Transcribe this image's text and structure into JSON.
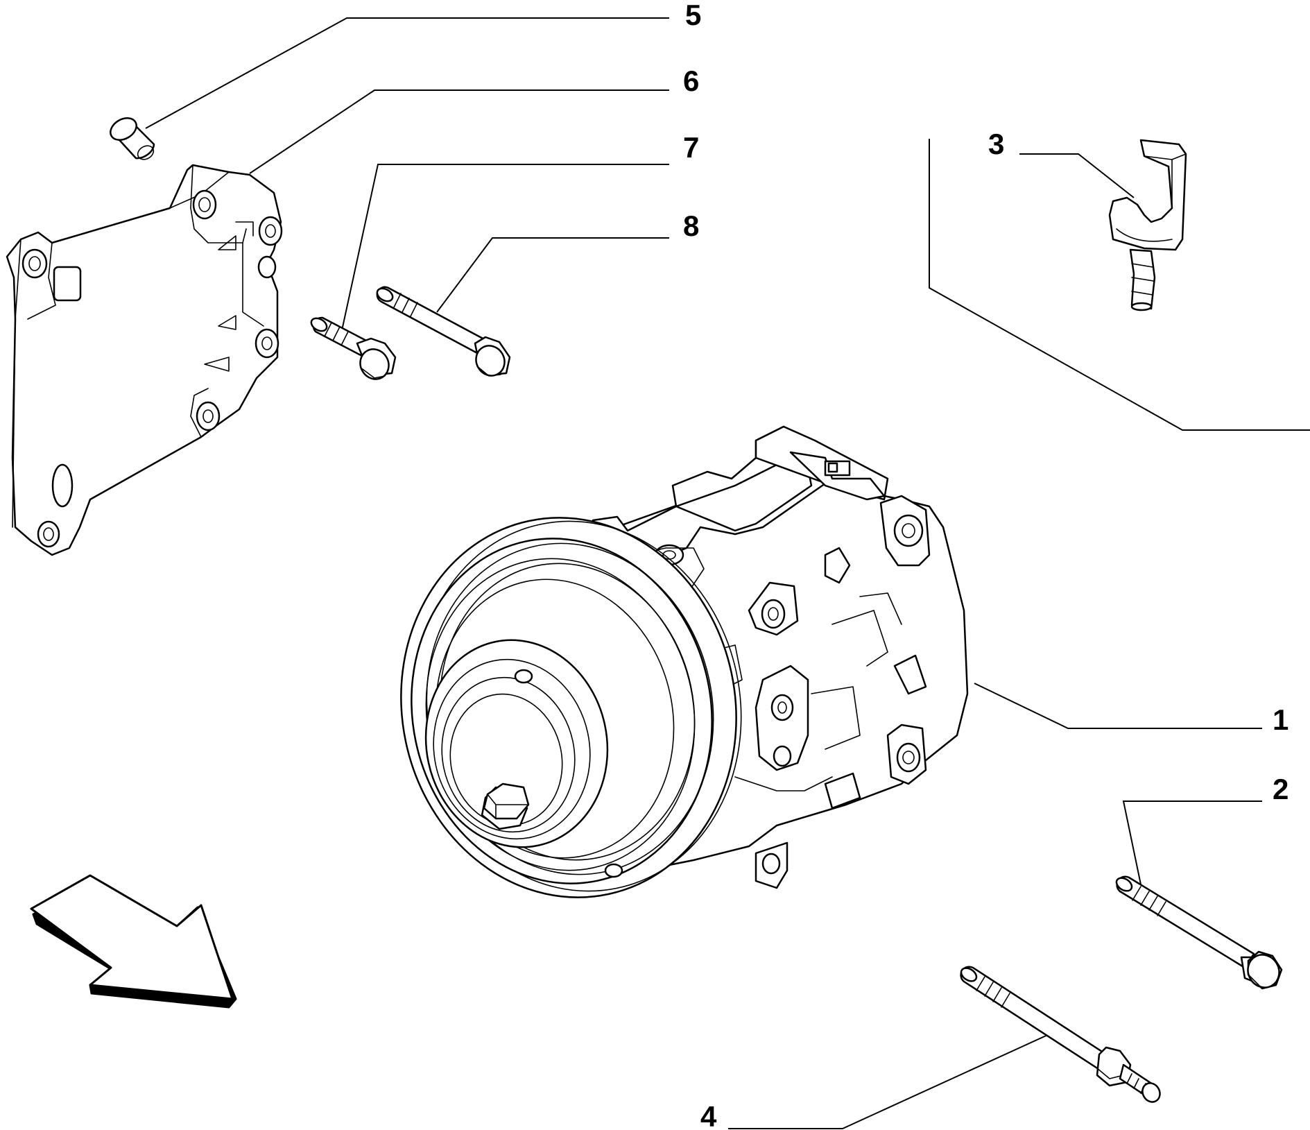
{
  "callouts": [
    {
      "id": "5",
      "label": "5"
    },
    {
      "id": "6",
      "label": "6"
    },
    {
      "id": "7",
      "label": "7"
    },
    {
      "id": "8",
      "label": "8"
    },
    {
      "id": "3",
      "label": "3"
    },
    {
      "id": "1",
      "label": "1"
    },
    {
      "id": "2",
      "label": "2"
    },
    {
      "id": "4",
      "label": "4"
    }
  ],
  "colors": {
    "line": "#000000",
    "background": "#ffffff"
  }
}
